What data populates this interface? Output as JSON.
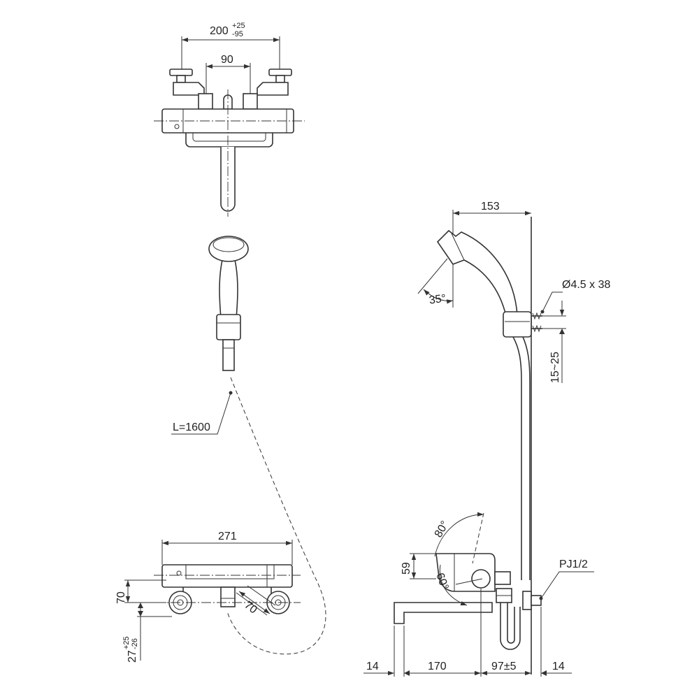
{
  "dimensions": {
    "top_width": "200",
    "top_width_tol_plus": "+25",
    "top_width_tol_minus": "-95",
    "inlet_spacing": "90",
    "hose_length": "L=1600",
    "body_width": "271",
    "body_height": "70",
    "valve_angle": "70",
    "wall_offset": "27",
    "wall_offset_tol_plus": "+25",
    "wall_offset_tol_minus": "-26",
    "side_height": "59",
    "lever_up_angle": "80°",
    "lever_down_angle": "60°",
    "pipe_thread": "PJ1/2",
    "screw_spec": "Ø4.5 x 38",
    "screw_spacing": "15~25",
    "shower_reach": "153",
    "shower_angle": "35°",
    "spout_tip": "14",
    "spout_length": "170",
    "wall_to_body": "97±5",
    "wall_thickness": "14"
  }
}
